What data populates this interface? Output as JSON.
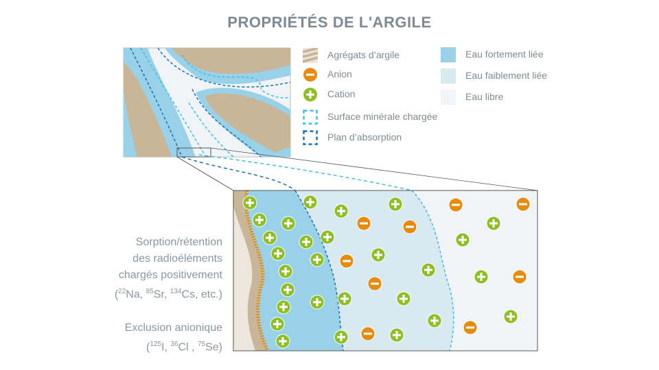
{
  "title": "PROPRIÉTÉS DE L'ARGILE",
  "legend": {
    "clay": "Agrégats d’argile",
    "anion": "Anion",
    "cation": "Cation",
    "surface": "Surface minérale chargée",
    "plane": "Plan d’absorption",
    "strong": "Eau fortement liée",
    "weak": "Eau faiblement liée",
    "free": "Eau libre"
  },
  "colors": {
    "clay": "#c9b597",
    "strong": "#99d2e8",
    "weak": "#d8e9f0",
    "free": "#f1f4f7",
    "anion": "#e58c0f",
    "cation": "#8dbf24",
    "surface": "#3dbde6",
    "plane": "#1672b0"
  },
  "sorption": {
    "l1": "Sorption/rétention",
    "l2": "des radioéléments",
    "l3": "chargés positivement",
    "iso": [
      [
        "22",
        "Na, "
      ],
      [
        "85",
        "Sr, "
      ],
      [
        "134",
        "Cs, etc.)"
      ]
    ]
  },
  "exclusion": {
    "l1": "Exclusion anionique",
    "iso": [
      [
        "125",
        "I, "
      ],
      [
        "36",
        "Cl , "
      ],
      [
        "75",
        "Se)"
      ]
    ]
  },
  "ions": [
    "c",
    "c",
    "c",
    "c",
    "c",
    "c",
    "c",
    "c",
    "c",
    "c",
    "c",
    "c",
    "c",
    "c",
    "c",
    "c",
    "c",
    "c",
    "c",
    "c",
    "c",
    "c",
    "c",
    "c",
    "c",
    "c",
    "c",
    "c",
    "a",
    "a",
    "a",
    "a",
    "a",
    "a",
    "a",
    "a",
    "a"
  ]
}
